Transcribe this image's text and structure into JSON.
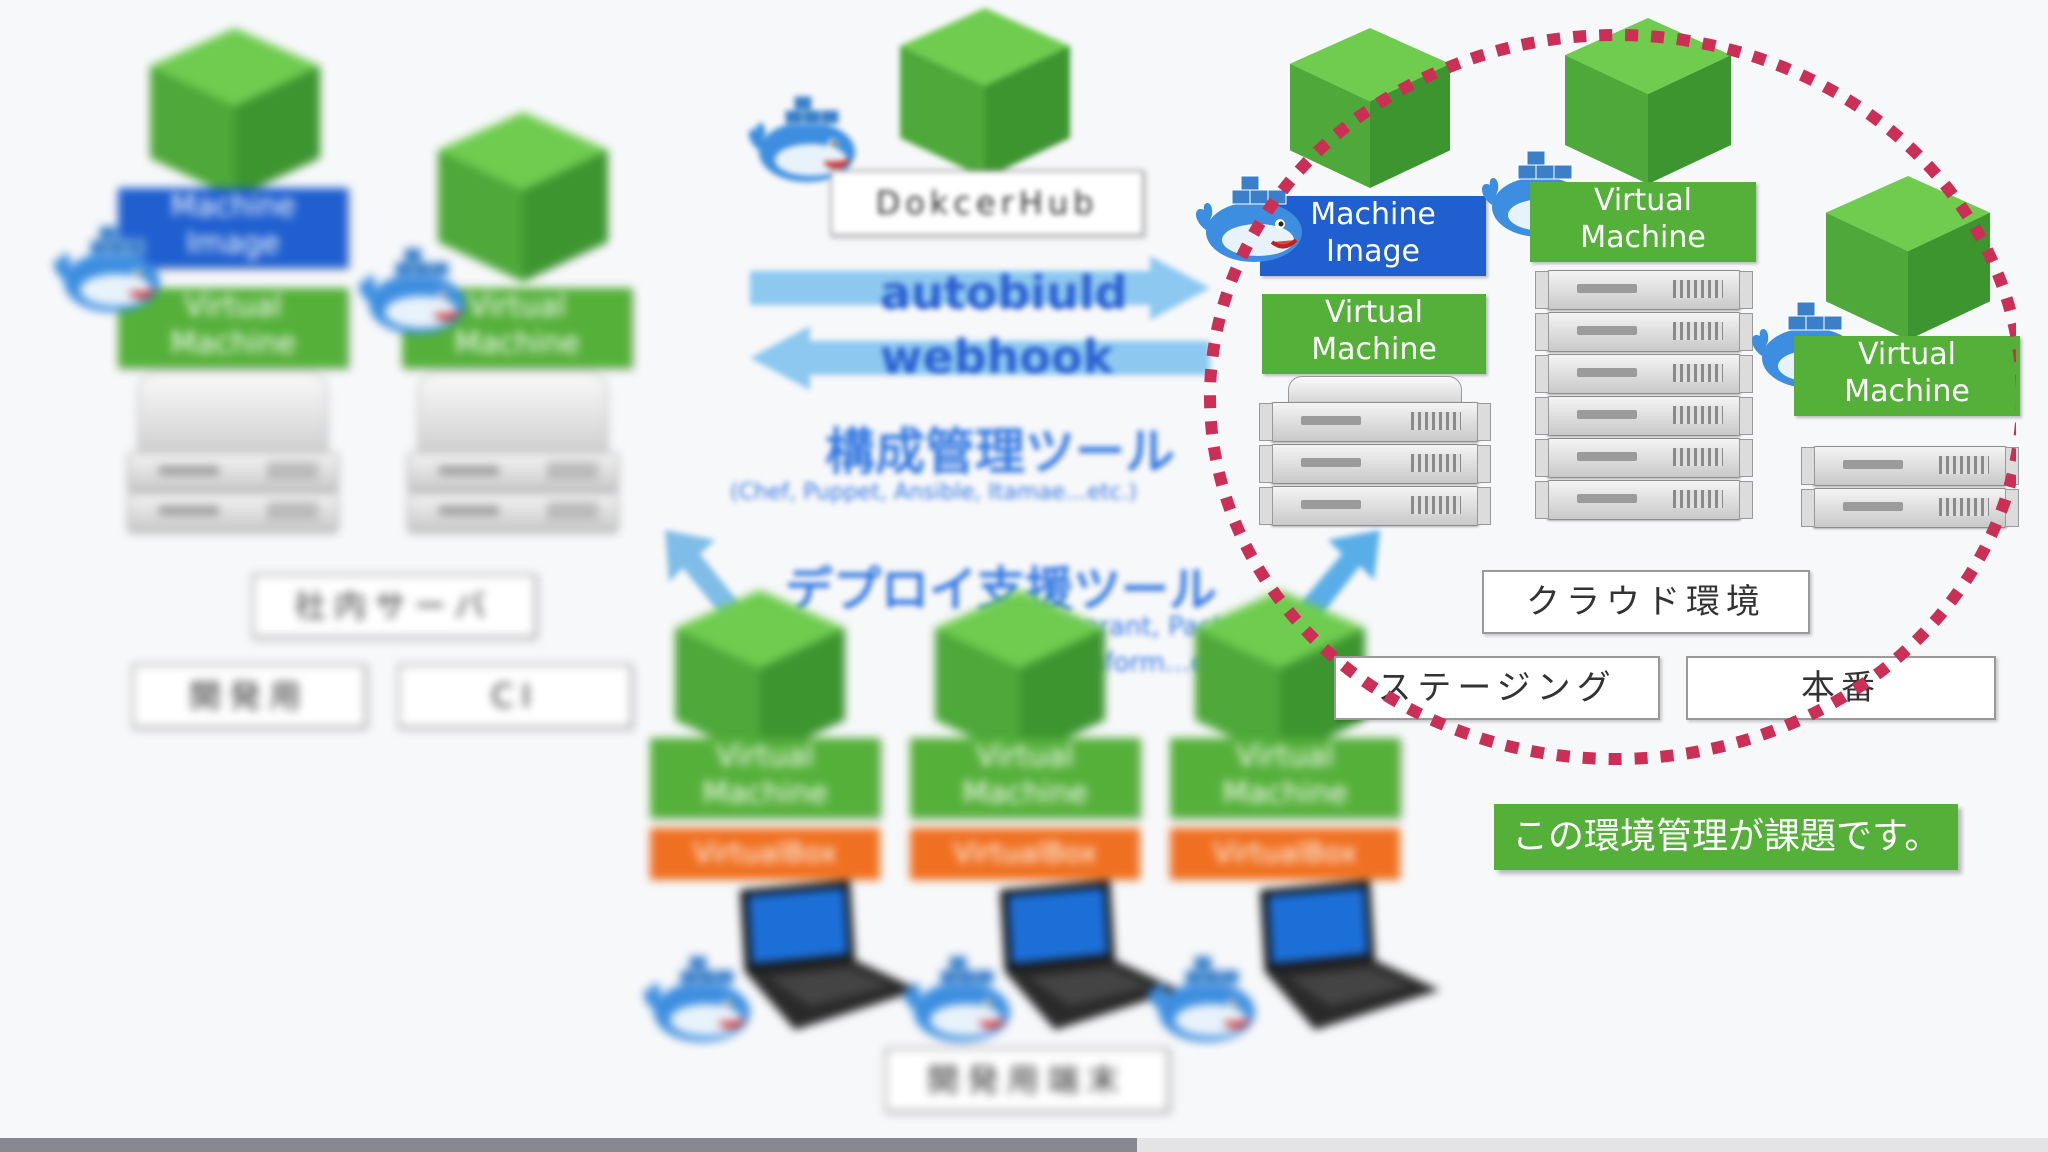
{
  "left": {
    "machine_image": "Machine\nImage",
    "vm1": "Virtual\nMachine",
    "vm2": "Virtual\nMachine",
    "server_label": "社内サーバ",
    "dev_label": "開発用",
    "ci_label": "CI"
  },
  "center": {
    "hub_label": "DokcerHub",
    "autobuild": "autobiuld",
    "webhook": "webhook",
    "config_title": "構成管理ツール",
    "config_sub": "(Chef, Puppet, Ansible, Itamae…etc.)",
    "deploy_title": "デプロイ支援ツール",
    "deploy_sub1": "(Vagrant, Packer,",
    "deploy_sub2": "Terraform…etc.)",
    "vms": [
      "Virtual\nMachine",
      "Virtual\nMachine",
      "Virtual\nMachine"
    ],
    "vbox": [
      "VirtualBox",
      "VirtualBox",
      "VirtualBox"
    ],
    "terminal_label": "開発用端末"
  },
  "cloud": {
    "machine_image": "Machine\nImage",
    "vm_staging": "Virtual\nMachine",
    "vm_middle": "Virtual\nMachine",
    "vm_prod": "Virtual\nMachine",
    "cloud_label": "クラウド環境",
    "staging_label": "ステージング",
    "prod_label": "本番",
    "caption": "この環境管理が課題です。"
  },
  "colors": {
    "green": "#55b03a",
    "blue": "#1f5fd0",
    "orange": "#f07021",
    "highlight": "#cc2f55",
    "arrow": "#8cc8f0"
  },
  "progress": {
    "fraction": 0.555
  }
}
